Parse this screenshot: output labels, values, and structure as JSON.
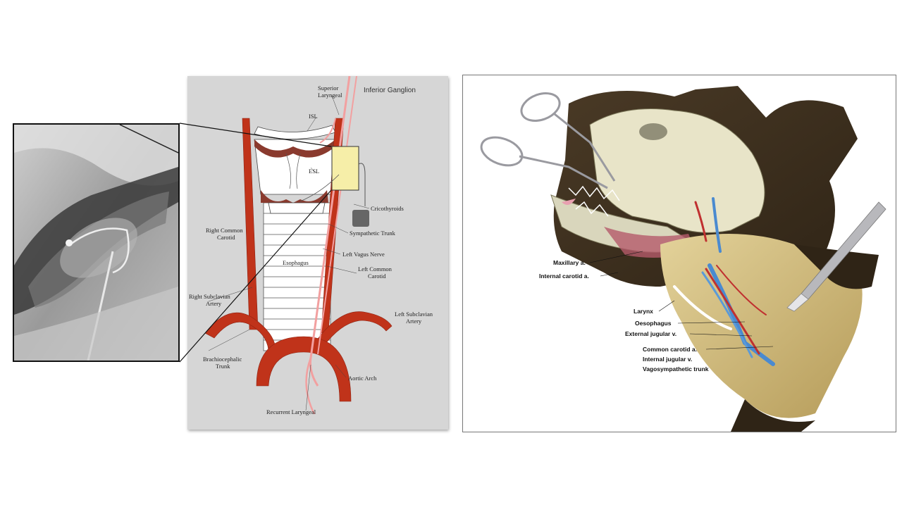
{
  "schematic": {
    "labels": {
      "superior_laryngeal_1": "Superior",
      "superior_laryngeal_2": "Laryngeal",
      "inferior_ganglion": "Inferior Ganglion",
      "isl": "ISL",
      "esl": "ESL",
      "cricothyroids": "Cricothyroids",
      "right_common_carotid_1": "Right Common",
      "right_common_carotid_2": "Carotid",
      "sympathetic_trunk": "Sympathetic Trunk",
      "left_vagus_nerve": "Left Vagus Nerve",
      "esophagus": "Esophagus",
      "left_common_carotid_1": "Left Common",
      "left_common_carotid_2": "Carotid",
      "right_subclavian_1": "Right Subclavian",
      "right_subclavian_2": "Artery",
      "left_subclavian_1": "Left Subclavian",
      "left_subclavian_2": "Artery",
      "brachiocephalic_1": "Brachiocephalic",
      "brachiocephalic_2": "Trunk",
      "aortic_arch": "Aortic Arch",
      "recurrent_laryngeal": "Recurrent Laryngeal"
    },
    "colors": {
      "artery": "#c0331a",
      "artery_dark": "#8e2414",
      "nerve": "#f2a0a0",
      "cartilage": "#ffffff",
      "muscle": "#8a3a2e",
      "device": "#f6eea8",
      "stimulator": "#666666",
      "background": "#d6d6d6"
    }
  },
  "cat": {
    "labels": {
      "maxillary": "Maxillary a.",
      "internal_carotid": "Internal carotid a.",
      "larynx": "Larynx",
      "oesophagus": "Oesophagus",
      "external_jugular": "External jugular v.",
      "common_carotid": "Common carotid a.",
      "internal_jugular": "Internal jugular v.",
      "vagosympathetic": "Vagosympathetic trunk"
    },
    "icons": [
      "forceps-icon",
      "scalpel-icon"
    ]
  }
}
